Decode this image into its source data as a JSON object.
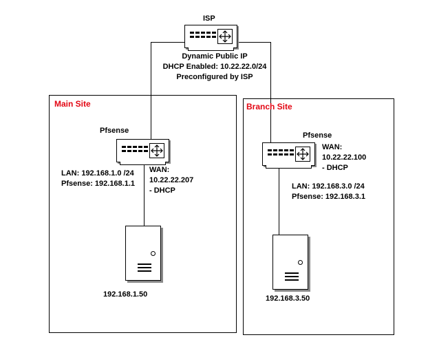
{
  "isp": {
    "title": "ISP",
    "lines": [
      "Dynamic Public IP",
      "DHCP Enabled: 10.22.22.0/24",
      "Preconfigured by ISP"
    ]
  },
  "main_site": {
    "title": "Main Site",
    "router_label": "Pfsense",
    "lan": [
      "LAN: 192.168.1.0 /24",
      "Pfsense: 192.168.1.1"
    ],
    "wan": [
      "WAN:",
      "10.22.22.207",
      "- DHCP"
    ],
    "server_ip": "192.168.1.50"
  },
  "branch_site": {
    "title": "Branch Site",
    "router_label": "Pfsense",
    "wan": [
      "WAN:",
      "10.22.22.100",
      "- DHCP"
    ],
    "lan": [
      "LAN: 192.168.3.0 /24",
      "Pfsense: 192.168.3.1"
    ],
    "server_ip": "192.168.3.50"
  }
}
